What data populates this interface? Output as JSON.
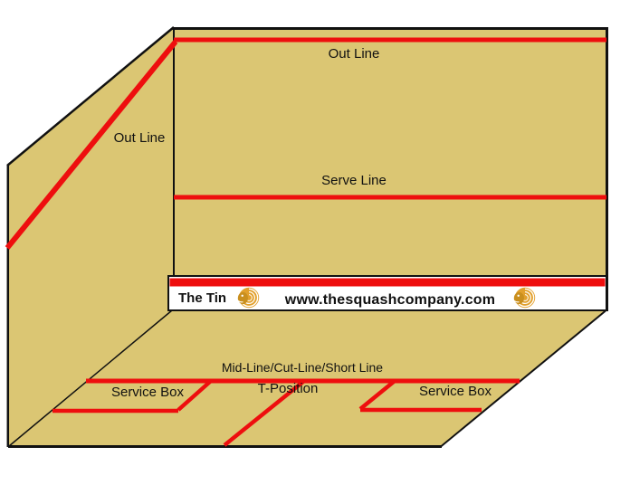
{
  "colors": {
    "wall": "#DBC673",
    "line_red": "#EE0E0E",
    "outline": "#111111",
    "tin_white": "#FFFFFF",
    "logo_gold": "#E2A02C",
    "logo_gold_dark": "#C98F1E",
    "website_orange": "#E39A28"
  },
  "front_wall": {
    "out_line": "Out Line",
    "serve_line": "Serve Line"
  },
  "side_wall": {
    "out_line": "Out Line"
  },
  "tin": {
    "label": "The Tin",
    "website": "www.thesquashcompany.com"
  },
  "floor": {
    "short_line": "Mid-Line/Cut-Line/Short Line",
    "t_position": "T-Position",
    "service_box_left": "Service Box",
    "service_box_right": "Service Box"
  }
}
